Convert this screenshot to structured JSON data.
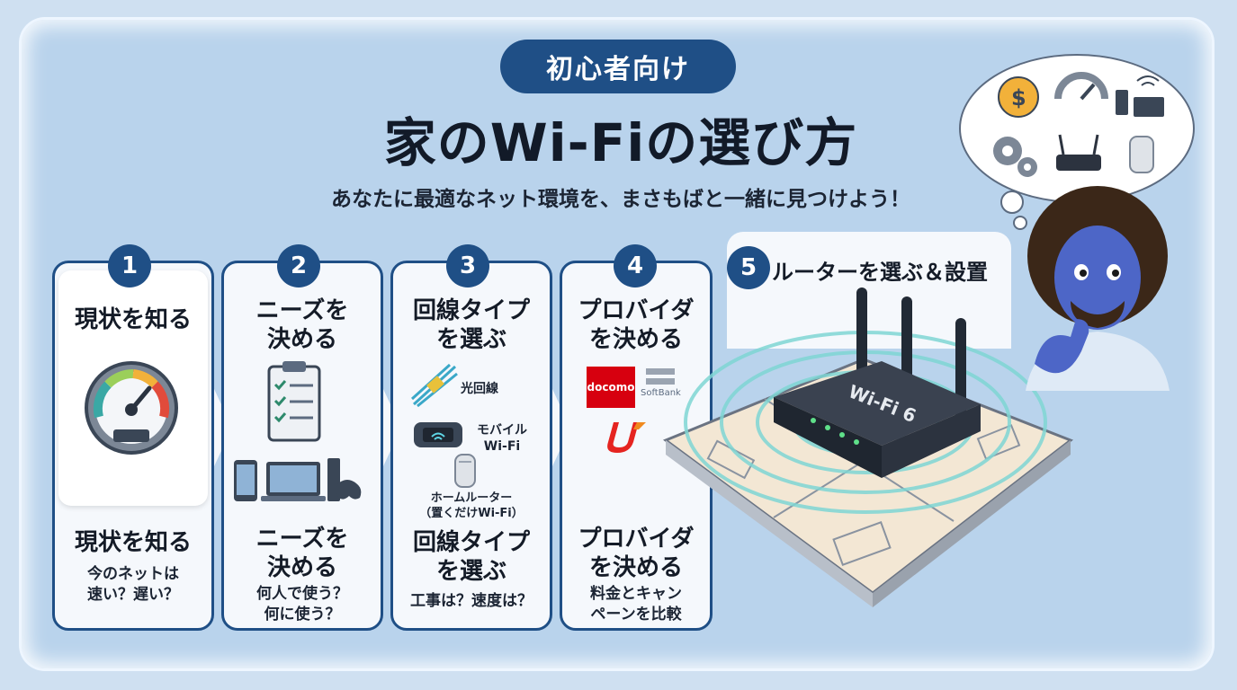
{
  "badge": "初心者向け",
  "title": "家のWi-Fiの選び方",
  "subtitle": "あなたに最適なネット環境を、まさもばと一緒に見つけよう！",
  "steps": [
    {
      "num": "1",
      "heading": "現状を知る",
      "caption_title": "現状を知る",
      "caption_lines": [
        "今のネットは",
        "速い？遅い？"
      ]
    },
    {
      "num": "2",
      "heading_lines": [
        "ニーズを",
        "決める"
      ],
      "caption_lines_title": [
        "ニーズを",
        "決める"
      ],
      "caption_lines": [
        "何人で使う？",
        "何に使う？"
      ]
    },
    {
      "num": "3",
      "heading_lines": [
        "回線タイプ",
        "を選ぶ"
      ],
      "caption_lines_title": [
        "回線タイプ",
        "を選ぶ"
      ],
      "caption_lines": [
        "工事は？速度は？"
      ],
      "options": {
        "fiber": "光回線",
        "mobile_lines": [
          "モバイル",
          "Wi-Fi"
        ],
        "home_lines": [
          "ホームルーター",
          "（置くだけWi-Fi）"
        ]
      }
    },
    {
      "num": "4",
      "heading_lines": [
        "プロバイダ",
        "を決める"
      ],
      "caption_lines_title": [
        "プロバイダ",
        "を決める"
      ],
      "caption_lines": [
        "料金とキャン",
        "ペーンを比較"
      ],
      "logos": {
        "docomo": "docomo",
        "softbank": "SoftBank"
      }
    },
    {
      "num": "5",
      "heading": "ルーターを選ぶ＆設置",
      "router_label": "Wi-Fi 6"
    }
  ],
  "colors": {
    "accent": "#1f4f86",
    "background": "#b9d3ec",
    "card": "#f5f8fc",
    "docomo": "#d7000f",
    "wave": "#7fd6d4"
  },
  "icons": [
    "speedometer-icon",
    "clipboard-checklist-icon",
    "devices-icon",
    "fiber-cable-icon",
    "mobile-wifi-icon",
    "home-router-icon",
    "router-icon",
    "dollar-coin-icon",
    "gear-icon",
    "laptop-icon",
    "phone-icon",
    "wifi-icon"
  ]
}
